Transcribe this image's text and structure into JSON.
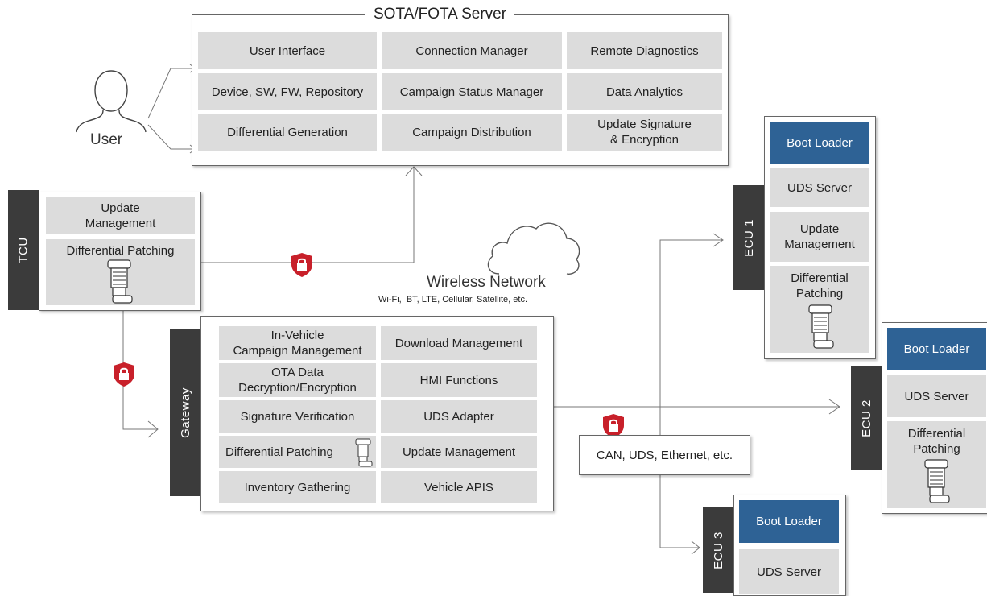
{
  "server": {
    "title": "SOTA/FOTA Server",
    "modules": [
      "User Interface",
      "Connection Manager",
      "Remote Diagnostics",
      "Device, SW, FW, Repository",
      "Campaign Status Manager",
      "Data Analytics",
      "Differential Generation",
      "Campaign Distribution",
      "Update Signature\n& Encryption"
    ]
  },
  "user": {
    "label": "User"
  },
  "tcu": {
    "tab": "TCU",
    "modules": [
      "Update\nManagement",
      "Differential Patching"
    ]
  },
  "network": {
    "title": "Wireless Network",
    "subtitle": "Wi-Fi,  BT, LTE, Cellular, Satellite, etc."
  },
  "gateway": {
    "tab": "Gateway",
    "modules": [
      "In-Vehicle\nCampaign Management",
      "Download Management",
      "OTA Data\nDecryption/Encryption",
      "HMI Functions",
      "Signature Verification",
      "UDS Adapter",
      "Differential Patching",
      "Update Management",
      "Inventory Gathering",
      "Vehicle APIS"
    ]
  },
  "bus": {
    "label": "CAN, UDS, Ethernet, etc."
  },
  "ecu1": {
    "tab": "ECU 1",
    "modules": [
      "Boot Loader",
      "UDS Server",
      "Update\nManagement",
      "Differential\nPatching"
    ]
  },
  "ecu2": {
    "tab": "ECU 2",
    "modules": [
      "Boot Loader",
      "UDS Server",
      "Differential\nPatching"
    ]
  },
  "ecu3": {
    "tab": "ECU 3",
    "modules": [
      "Boot Loader",
      "UDS Server"
    ]
  },
  "colors": {
    "accent_blue": "#2e6295",
    "module_gray": "#dcdcdc",
    "tab_dark": "#3b3b3b",
    "lock_red": "#c8202a"
  },
  "icons": [
    "user-icon",
    "cloud-icon",
    "lock-icon",
    "patch-device-icon"
  ]
}
